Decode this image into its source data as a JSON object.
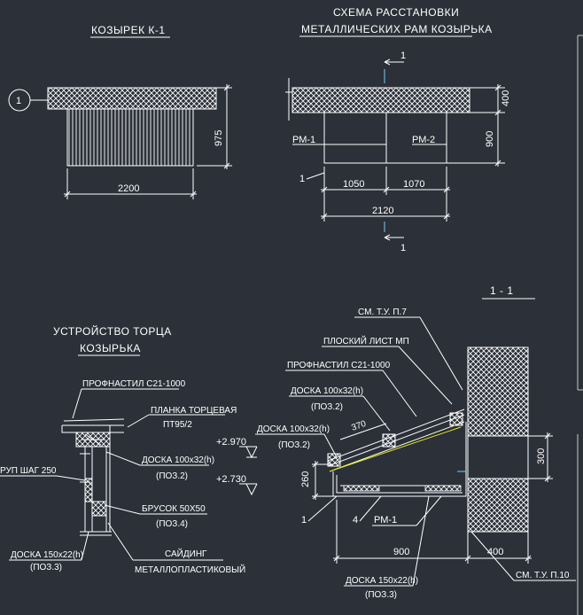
{
  "colors": {
    "background": "#2b3039",
    "line": "#ffffff",
    "accent": "#5ad7ff"
  },
  "view1": {
    "title": "КОЗЫРЕК К-1",
    "callout": "1",
    "dim_width": "2200",
    "dim_height": "975"
  },
  "view2": {
    "title_line1": "СХЕМА РАССТАНОВКИ",
    "title_line2": "МЕТАЛЛИЧЕСКИХ РАМ КОЗЫРЬКА",
    "section_mark_top": "1",
    "section_mark_bottom": "1",
    "label_rm1": "РМ-1",
    "label_rm2": "РМ-2",
    "label_1": "1",
    "dim_1050": "1050",
    "dim_1070": "1070",
    "dim_2120": "2120",
    "dim_400": "400",
    "dim_900": "900"
  },
  "view3": {
    "title_line1": "УСТРОЙСТВО ТОРЦА",
    "title_line2": "КОЗЫРЬКА",
    "label_profnastil": "ПРОФНАСТИЛ С21-1000",
    "label_planka_1": "ПЛАНКА ТОРЦЕВАЯ",
    "label_planka_2": "ПТ95/2",
    "label_doska_1": "ДОСКА 100х32(h)",
    "label_doska_2": "(ПОЗ.2)",
    "label_brusok_1": "БРУСОК 50Х50",
    "label_brusok_2": "(ПОЗ.4)",
    "label_shurup": "РУП ШАГ 250",
    "label_doska150_1": "ДОСКА 150х22(h)",
    "label_doska150_2": "(ПОЗ.3)",
    "label_sayding_1": "САЙДИНГ",
    "label_sayding_2": "МЕТАЛЛОПЛАСТИКОВЫЙ",
    "level_top": "+2.970",
    "level_bottom": "+2.730"
  },
  "view4": {
    "title": "1 - 1",
    "label_sm_tu7": "СМ. Т.У. П.7",
    "label_ploskiy": "ПЛОСКИЙ ЛИСТ МП",
    "label_profnastil": "ПРОФНАСТИЛ С21-1000",
    "label_doska_1": "ДОСКА 100х32(h)",
    "label_doska_2": "(ПОЗ.2)",
    "label_doska_b1": "ДОСКА 100х32(h)",
    "label_doska_b2": "(ПОЗ.2)",
    "dim_370": "370",
    "dim_260": "260",
    "dim_300": "300",
    "label_1": "1",
    "label_4": "4",
    "label_rm1": "РМ-1",
    "dim_900": "900",
    "dim_400": "400",
    "label_doska150_1": "ДОСКА 150х22(h)",
    "label_doska150_2": "(ПОЗ.3)",
    "label_sm_tu10": "СМ. Т.У. П.10"
  }
}
